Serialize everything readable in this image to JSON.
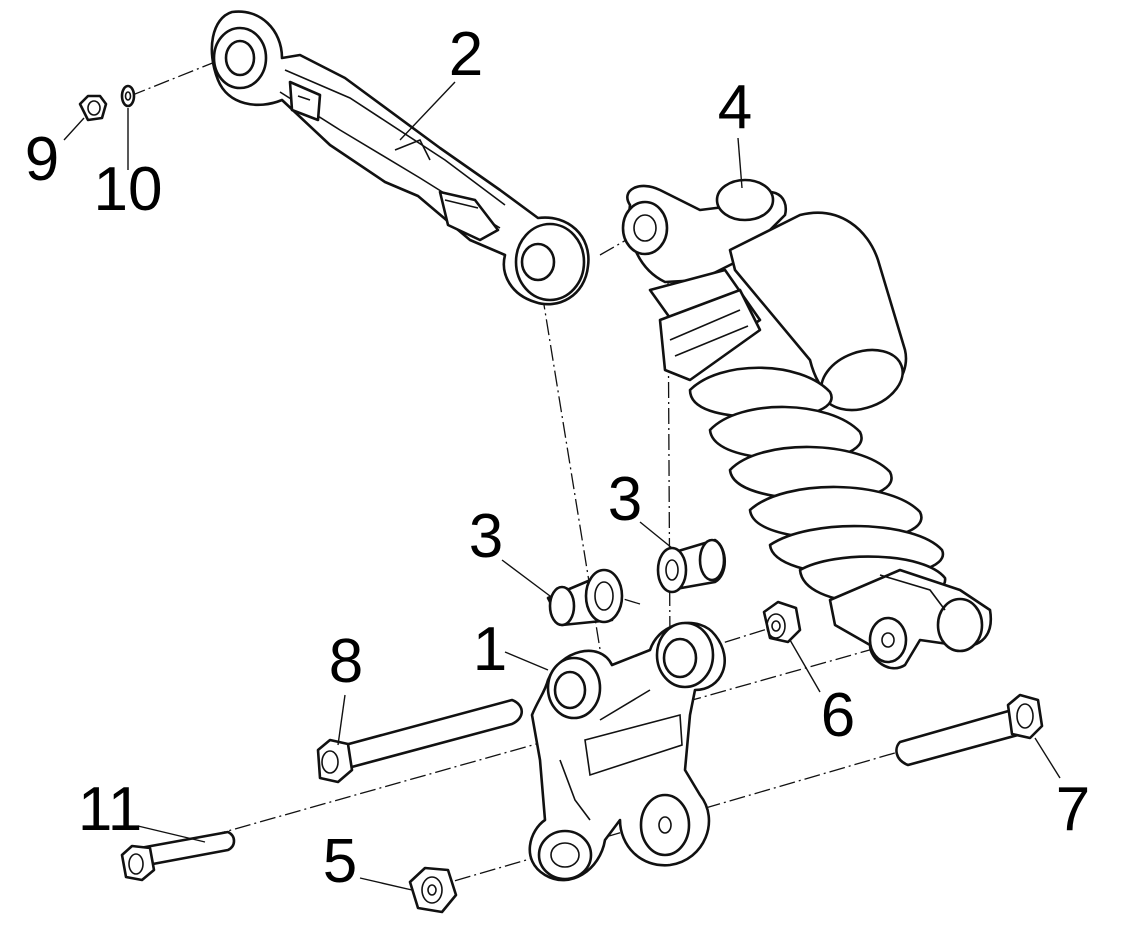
{
  "callouts": [
    {
      "id": "p1",
      "label": "1"
    },
    {
      "id": "p2",
      "label": "2"
    },
    {
      "id": "p3a",
      "label": "3"
    },
    {
      "id": "p3b",
      "label": "3"
    },
    {
      "id": "p4",
      "label": "4"
    },
    {
      "id": "p5",
      "label": "5"
    },
    {
      "id": "p6",
      "label": "6"
    },
    {
      "id": "p7",
      "label": "7"
    },
    {
      "id": "p8",
      "label": "8"
    },
    {
      "id": "p9",
      "label": "9"
    },
    {
      "id": "p10",
      "label": "10"
    },
    {
      "id": "p11",
      "label": "11"
    }
  ]
}
